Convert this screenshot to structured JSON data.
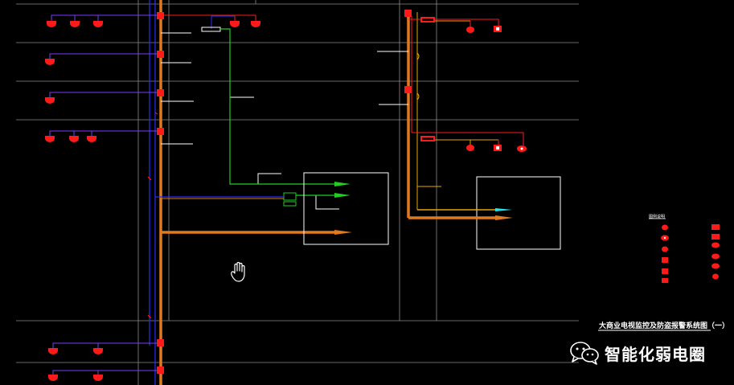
{
  "drawing": {
    "title": "大商业电视监控及防盗报警系统图（一）",
    "legend_title": "图例说明"
  },
  "watermark": {
    "text": "智能化弱电圈",
    "icon": "wechat-icon"
  },
  "cursor": {
    "icon": "hand-pan-icon"
  },
  "colors": {
    "background": "#000000",
    "grid": "#8c8c8c",
    "trunk": "#e07a1e",
    "device": "#ff1a1a",
    "signal_blue": "#2b2bff",
    "signal_green": "#22cc22",
    "leader": "#ffffff",
    "cyan": "#22e5e5"
  }
}
